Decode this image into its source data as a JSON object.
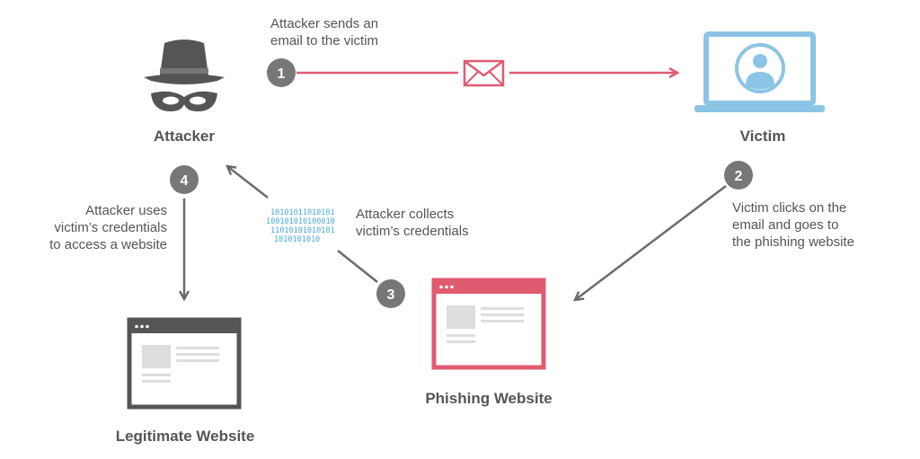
{
  "nodes": {
    "attacker": "Attacker",
    "victim": "Victim",
    "phishing_site": "Phishing Website",
    "legit_site": "Legitimate Website"
  },
  "steps": [
    {
      "number": "1",
      "lines": [
        "Attacker sends an",
        "email to the victim"
      ]
    },
    {
      "number": "2",
      "lines": [
        "Victim clicks on the",
        "email and goes to",
        "the phishing website"
      ]
    },
    {
      "number": "3",
      "lines": [
        "Attacker collects",
        "victim’s credentials"
      ]
    },
    {
      "number": "4",
      "lines": [
        "Attacker uses",
        "victim’s credentials",
        "to access a website"
      ]
    }
  ],
  "binary_text": [
    "10101011010101",
    "100101010100010",
    "11010101010101",
    "1010101010"
  ],
  "colors": {
    "gray": "#555555",
    "arrow_gray": "#6b6b6b",
    "red": "#e05a70",
    "blue": "#8cc4e6",
    "binary_blue": "#4aa8dc"
  },
  "icons": [
    "hat-icon",
    "mask-icon",
    "envelope-icon",
    "laptop-icon",
    "user-icon",
    "browser-window-icon",
    "binary-data-icon"
  ]
}
